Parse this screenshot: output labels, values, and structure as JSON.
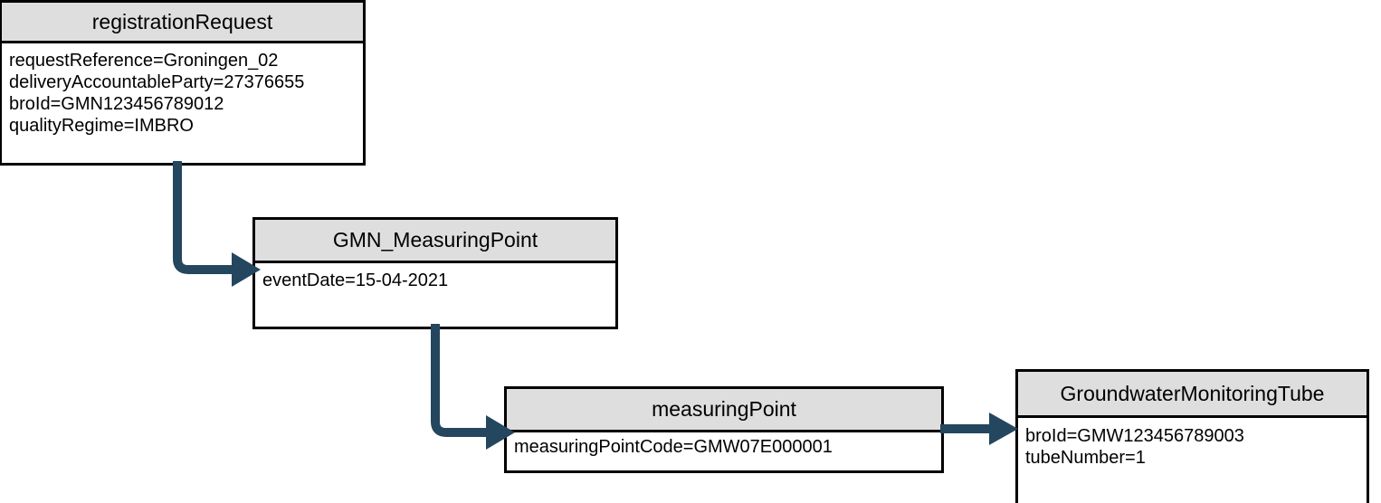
{
  "diagram": {
    "type": "uml-object-diagram",
    "background_color": "#ffffff",
    "box_header_color": "#dedede",
    "box_border_color": "#000000",
    "connector_color": "#24465f",
    "boxes": [
      {
        "id": "registrationRequest",
        "title": "registrationRequest",
        "attributes": [
          "requestReference=Groningen_02",
          "deliveryAccountableParty=27376655",
          "broId=GMN123456789012",
          "qualityRegime=IMBRO"
        ]
      },
      {
        "id": "GMN_MeasuringPoint",
        "title": "GMN_MeasuringPoint",
        "attributes": [
          "eventDate=15-04-2021"
        ]
      },
      {
        "id": "measuringPoint",
        "title": "measuringPoint",
        "attributes": [
          "measuringPointCode=GMW07E000001"
        ]
      },
      {
        "id": "GroundwaterMonitoringTube",
        "title": "GroundwaterMonitoringTube",
        "attributes": [
          "broId=GMW123456789003",
          "tubeNumber=1"
        ]
      }
    ],
    "connectors": [
      {
        "id": "request-to-gmn",
        "from": "registrationRequest",
        "to": "GMN_MeasuringPoint",
        "style": "elbow-down-right"
      },
      {
        "id": "gmn-to-mp",
        "from": "GMN_MeasuringPoint",
        "to": "measuringPoint",
        "style": "elbow-down-right"
      },
      {
        "id": "mp-to-tube",
        "from": "measuringPoint",
        "to": "GroundwaterMonitoringTube",
        "style": "straight-right"
      }
    ]
  }
}
